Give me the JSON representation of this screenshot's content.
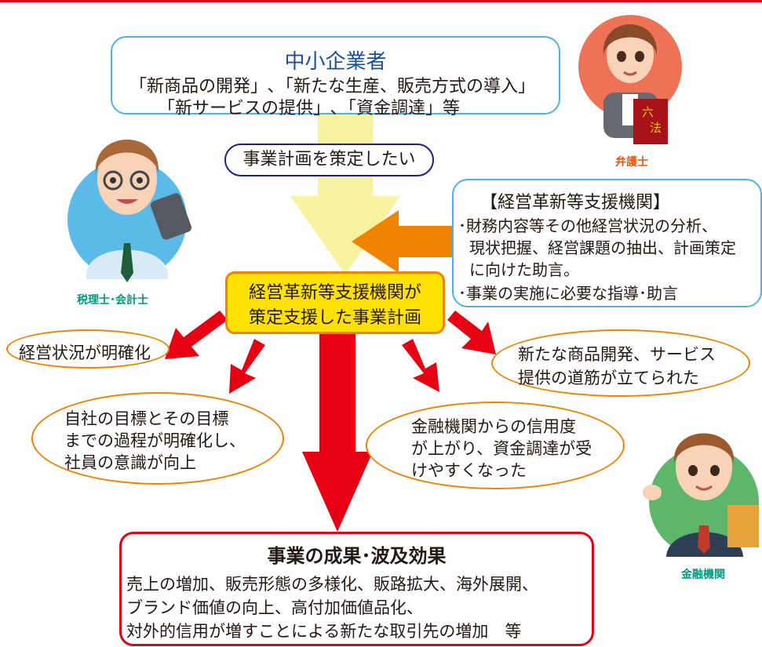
{
  "sme": {
    "title": "中小企業者",
    "line1": "「新商品の開発」､「新たな生産、販売方式の導入」",
    "line2": "「新サービスの提供」､「資金調達」等"
  },
  "want": "事業計画を策定したい",
  "support": {
    "heading": "【経営革新等支援機関】",
    "lines": [
      "･財務内容等その他経営状況の分析、",
      "現状把握、経営課題の抽出、計画策定",
      "に向けた助言。",
      "･事業の実施に必要な指導･助言"
    ]
  },
  "plan": {
    "line1": "経営革新等支援機関が",
    "line2": "策定支援した事業計画"
  },
  "effects": {
    "clear": "経営状況が明確化",
    "goals": [
      "自社の目標とその目標",
      "までの過程が明確化し、",
      "社員の意識が向上"
    ],
    "credit": [
      "金融機関からの信用度",
      "が上がり、資金調達が受",
      "けやすくなった"
    ],
    "product": [
      "新たな商品開発、サービス",
      "提供の道筋が立てられた"
    ]
  },
  "result": {
    "title": "事業の成果･波及効果",
    "lines": [
      "売上の増加、販売形態の多様化、販路拡大、海外展開、",
      "ブランド価値の向上、高付加価値品化、",
      "対外的信用が増すことによる新たな取引先の増加　等"
    ]
  },
  "people": {
    "lawyer": "弁護士",
    "book_top": "六",
    "book_bottom": "法",
    "accountant": "税理士･会計士",
    "bank": "金融機関"
  },
  "colors": {
    "red": "#e60012",
    "orange": "#f08300",
    "yellow": "#ffe100",
    "pale_yellow": "#f7f3a0",
    "blue_border": "#4bb4e6",
    "navy": "#1d2088"
  }
}
